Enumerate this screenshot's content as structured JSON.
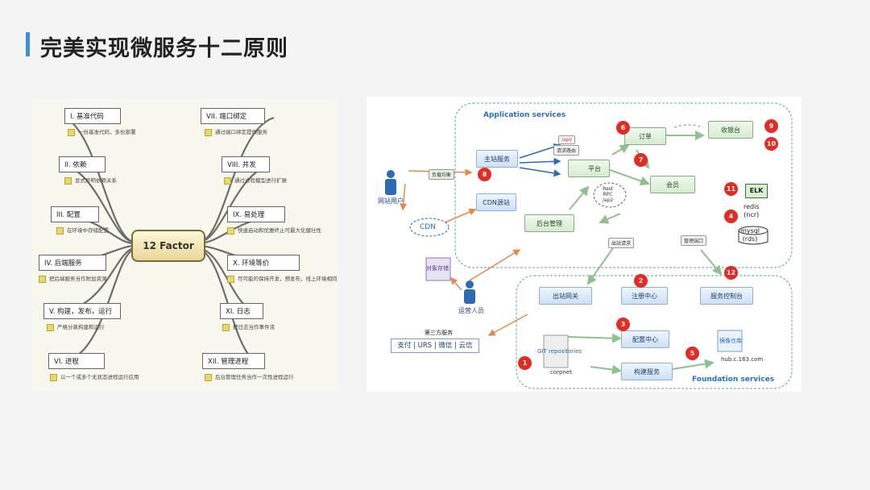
{
  "slide": {
    "title": "完美实现微服务十二原则"
  },
  "mindmap": {
    "center": "12 Factor",
    "left": [
      {
        "label": "I. 基准代码",
        "sub": "一份基准代码，多份部署"
      },
      {
        "label": "II. 依赖",
        "sub": "显式声明依赖关系"
      },
      {
        "label": "III. 配置",
        "sub": "在环境中存储配置"
      },
      {
        "label": "IV. 后端服务",
        "sub": "把后端服务当作附加资源"
      },
      {
        "label": "V. 构建，发布，运行",
        "sub": "严格分离构建和运行"
      },
      {
        "label": "VI. 进程",
        "sub": "以一个或多个无状态进程运行应用"
      }
    ],
    "right": [
      {
        "label": "VII. 端口绑定",
        "sub": "通过端口绑定提供服务"
      },
      {
        "label": "VIII. 并发",
        "sub": "通过进程模型进行扩展"
      },
      {
        "label": "IX. 易处理",
        "sub": "快速启动和优雅终止可最大化健壮性"
      },
      {
        "label": "X. 环境等价",
        "sub": "尽可能的保持开发，预发布，线上环境相同"
      },
      {
        "label": "XI. 日志",
        "sub": "把日志当作事件流"
      },
      {
        "label": "XII. 管理进程",
        "sub": "后台管理任务当作一次性进程运行"
      }
    ]
  },
  "arch": {
    "app_services": "Application services",
    "foundation_services": "Foundation services",
    "user": "网站用户",
    "ops": "运营人员",
    "cdn": "CDN",
    "object_store": "对象存储",
    "lb": "负载均衡",
    "api_tag": "/api/",
    "route_tag": "请求路由",
    "rest_rpc": "Rest\nRPC\n/api/",
    "outbound_req": "出站请求",
    "mgmt_port": "管理端口",
    "third_party_title": "第三方服务",
    "third_party": "支付 | URS | 微信 | 云信",
    "git_repo": "GIT repositories",
    "corpnet": "corpnet",
    "registry": "镜像仓库",
    "registry_host": "hub.c.163.com",
    "services": {
      "main_site": "主站服务",
      "cdn_source": "CDN源站",
      "platform": "平台",
      "admin": "后台管理",
      "order": "订单",
      "cashier": "收银台",
      "member": "会员",
      "gateway": "出站网关",
      "registry_center": "注册中心",
      "config_center": "配置中心",
      "build_service": "构建服务",
      "service_console": "服务控制台"
    },
    "elk": "ELK",
    "redis": "redis\n(ncr)",
    "mysql": "mysql\n(rds)",
    "badges": [
      "1",
      "2",
      "3",
      "4",
      "5",
      "6",
      "7",
      "8",
      "9",
      "10",
      "11",
      "12"
    ],
    "colors": {
      "badge": "#e22b22",
      "app_border": "#5aa8a0",
      "arrow_blue": "#2c6bb3",
      "arrow_green": "#8fc18f",
      "arrow_orange": "#e38a4a"
    }
  }
}
